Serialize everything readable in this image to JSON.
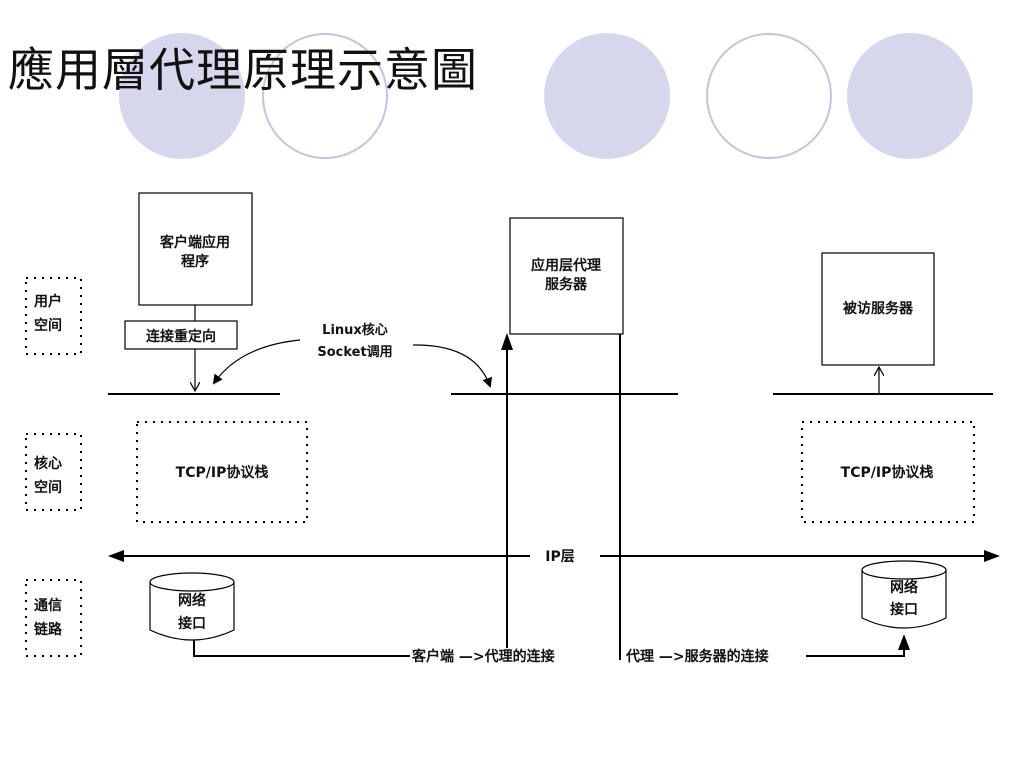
{
  "title": "應用層代理原理示意圖",
  "diagram": {
    "layers": {
      "user_space": [
        "用户",
        "空间"
      ],
      "kernel_space": [
        "核心",
        "空间"
      ],
      "comm_link": [
        "通信",
        "链路"
      ]
    },
    "client_app": [
      "客户端应用",
      "程序"
    ],
    "redirect": "连接重定向",
    "socket_call": [
      "Linux核心",
      "Socket调用"
    ],
    "proxy_server": [
      "应用层代理",
      "服务器"
    ],
    "target_server": "被访服务器",
    "tcpip_left": "TCP/IP协议栈",
    "tcpip_right": "TCP/IP协议栈",
    "ip_layer": "IP层",
    "nic_left": [
      "网络",
      "接口"
    ],
    "nic_right": [
      "网络",
      "接口"
    ],
    "client_to_proxy": "客户端 —>代理的连接",
    "proxy_to_server": "代理 —>服务器的连接"
  },
  "colors": {
    "circle_fill": "#d6d6ec",
    "circle_stroke": "#c4c4e0",
    "line": "#000000"
  }
}
